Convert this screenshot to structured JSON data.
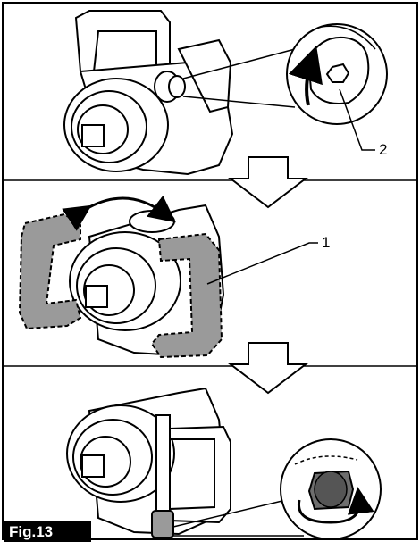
{
  "figure": {
    "label": "Fig.13",
    "callouts": [
      "2",
      "1"
    ]
  },
  "colors": {
    "ink": "#000000",
    "handle_fill": "#9a9a9a",
    "background": "#ffffff"
  }
}
